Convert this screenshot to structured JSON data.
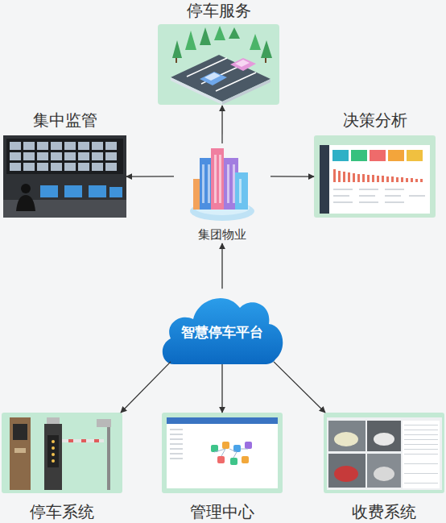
{
  "diagram": {
    "nodes": [
      {
        "text": [
          "停车服务"
        ]
      },
      {
        "text": [
          "集中监管"
        ]
      },
      {
        "text": [
          "决策分析"
        ]
      },
      {
        "text": [
          "集团物业"
        ]
      },
      {
        "text": [
          "智慧停车平台"
        ]
      },
      {
        "text": [
          "停车系统"
        ]
      },
      {
        "text": [
          "管理中心"
        ]
      },
      {
        "text": [
          "收费系统"
        ]
      }
    ],
    "edges": [
      {
        "from": 4,
        "to": 3,
        "arrow": "to"
      },
      {
        "from": 3,
        "to": 0,
        "arrow": "to"
      },
      {
        "from": 3,
        "to": 1,
        "arrow": "to"
      },
      {
        "from": 3,
        "to": 2,
        "arrow": "to"
      },
      {
        "from": 4,
        "to": 5,
        "arrow": "to"
      },
      {
        "from": 4,
        "to": 6,
        "arrow": "to"
      },
      {
        "from": 4,
        "to": 7,
        "arrow": "to"
      }
    ]
  }
}
